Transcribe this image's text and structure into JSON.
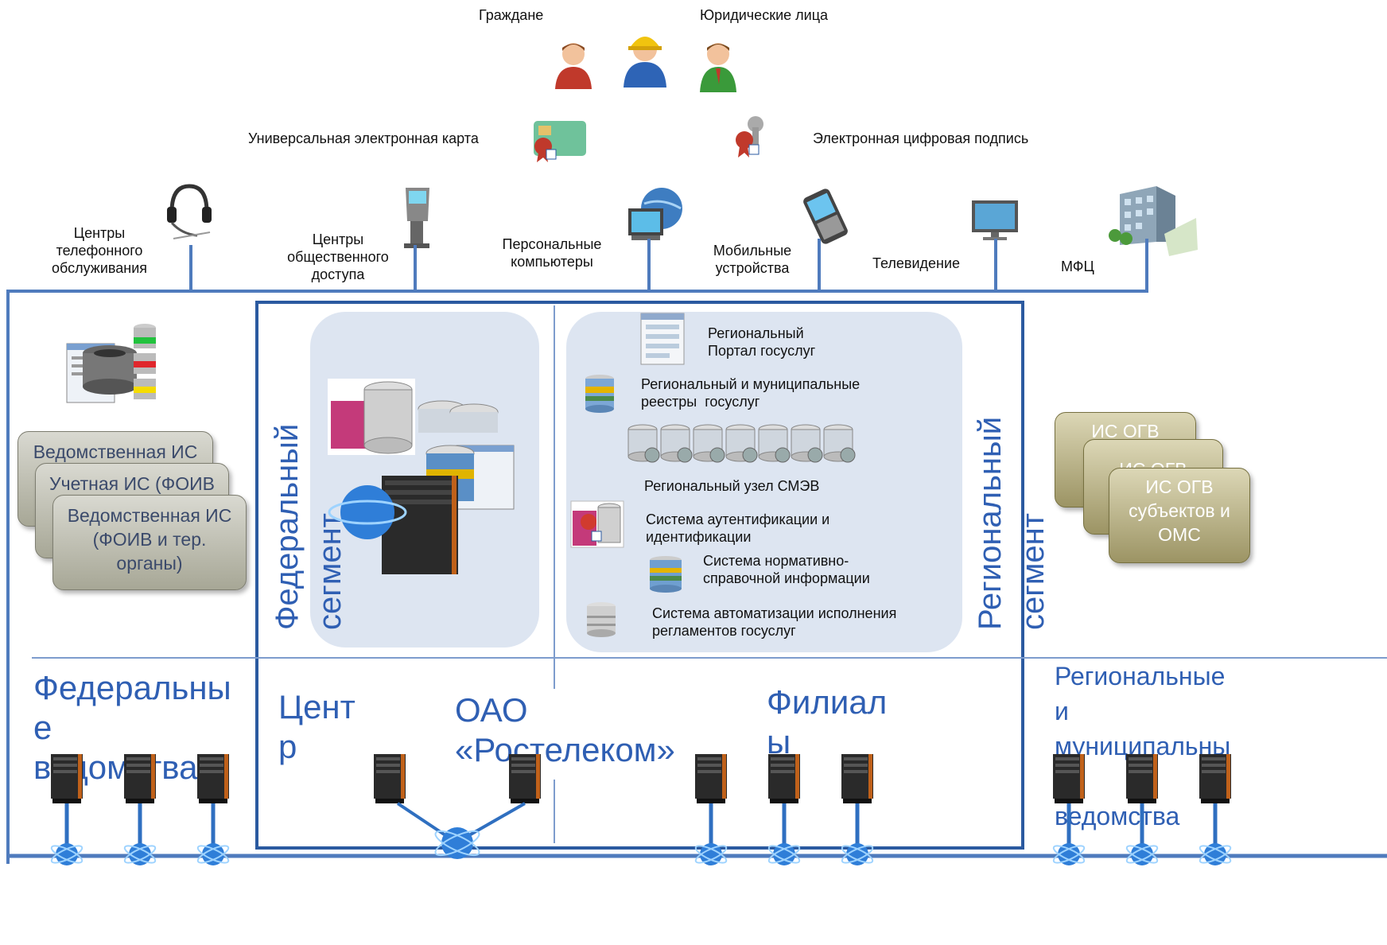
{
  "users": {
    "citizens": "Граждане",
    "legal": "Юридические лица"
  },
  "auth": {
    "card": "Универсальная электронная карта",
    "signature": "Электронная цифровая подпись"
  },
  "channels": {
    "phone": "Центры\nтелефонного\nобслуживания",
    "public": "Центры\nобщественного\nдоступа",
    "pc": "Персональные\nкомпьютеры",
    "mobile": "Мобильные\nустройства",
    "tv": "Телевидение",
    "mfc": "МФЦ"
  },
  "left": {
    "cards": [
      "Ведомственная ИС",
      "Учетная ИС (ФОИВ",
      "Ведомственная ИС\n(ФОИВ и тер.\nорганы)"
    ],
    "bottom": "Федеральны\nе\nведомства"
  },
  "center": {
    "federal": "Федеральный\nсегмент",
    "regional": "Региональный\nсегмент",
    "center_label": "Цент\nр",
    "rostelecom": "ОАО\n«Ростелеком»",
    "branches": "Филиал\nы"
  },
  "regional_items": {
    "portal": "Региональный\nПортал госуслуг",
    "registries": "Региональный и муниципальные\nреестры  госуслуг",
    "smev": "Региональный узел СМЭВ",
    "auth": "Система аутентификации и\nидентификации",
    "nsi": "Система нормативно-\nсправочной информации",
    "automation": "Система автоматизации исполнения\nрегламентов госуслуг"
  },
  "right": {
    "cards": [
      "ИС  ОГВ",
      "ИС  ОГВ",
      "ИС  ОГВ\nсубъектов и\nОМС"
    ],
    "bottom": "Региональные\nи\nмуниципальны\n\nведомства"
  },
  "colors": {
    "accent": "#2f5fb3",
    "line": "#4f7bbd",
    "panel": "#dde5f1"
  }
}
